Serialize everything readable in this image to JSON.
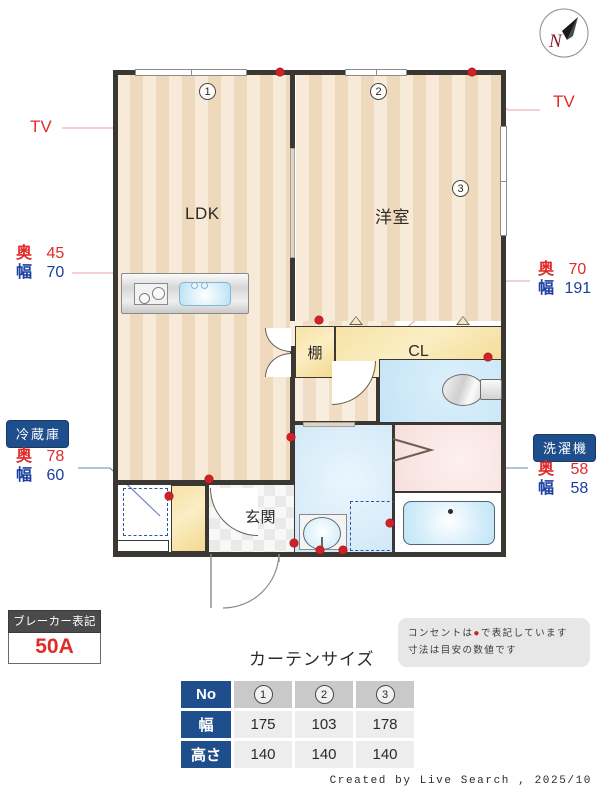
{
  "compass": {
    "letter": "N",
    "name": "north-arrow"
  },
  "plan": {
    "rooms": [
      {
        "key": "ldk",
        "label": "LDK"
      },
      {
        "key": "washitsu",
        "label": "洋室"
      },
      {
        "key": "tana",
        "label": "棚"
      },
      {
        "key": "closet",
        "label": "CL"
      },
      {
        "key": "genkan",
        "label": "玄関"
      }
    ],
    "window_numbers": [
      "1",
      "2",
      "3"
    ]
  },
  "annotations": {
    "tv_left": "TV",
    "tv_right": "TV",
    "kitchen_dims": {
      "depth_key": "奥",
      "depth_val": "45",
      "width_key": "幅",
      "width_val": "70"
    },
    "closet_dims": {
      "depth_key": "奥",
      "depth_val": "70",
      "width_key": "幅",
      "width_val": "191"
    },
    "fridge": {
      "tag": "冷蔵庫",
      "depth_key": "奥",
      "depth_val": "78",
      "width_key": "幅",
      "width_val": "60"
    },
    "washer": {
      "tag": "洗濯機",
      "depth_key": "奥",
      "depth_val": "58",
      "width_key": "幅",
      "width_val": "58"
    }
  },
  "breaker": {
    "title": "ブレーカー表記",
    "value": "50A"
  },
  "note": {
    "line1_pre": "コンセントは",
    "line1_mark": "●",
    "line1_post": "で表記しています",
    "line2": "寸法は目安の数値です"
  },
  "curtain": {
    "title": "カーテンサイズ",
    "row_headers": [
      "No",
      "幅",
      "高さ"
    ],
    "numbers": [
      "1",
      "2",
      "3"
    ],
    "width": [
      "175",
      "103",
      "178"
    ],
    "height": [
      "140",
      "140",
      "140"
    ]
  },
  "credit": "Created by Live Search , 2025/10",
  "colors": {
    "accent_blue": "#1f4e8c",
    "accent_red": "#e02b2b",
    "outlet_red": "#cf2128",
    "wall": "#3b3733",
    "closet_yellow": "#f3d98f"
  }
}
